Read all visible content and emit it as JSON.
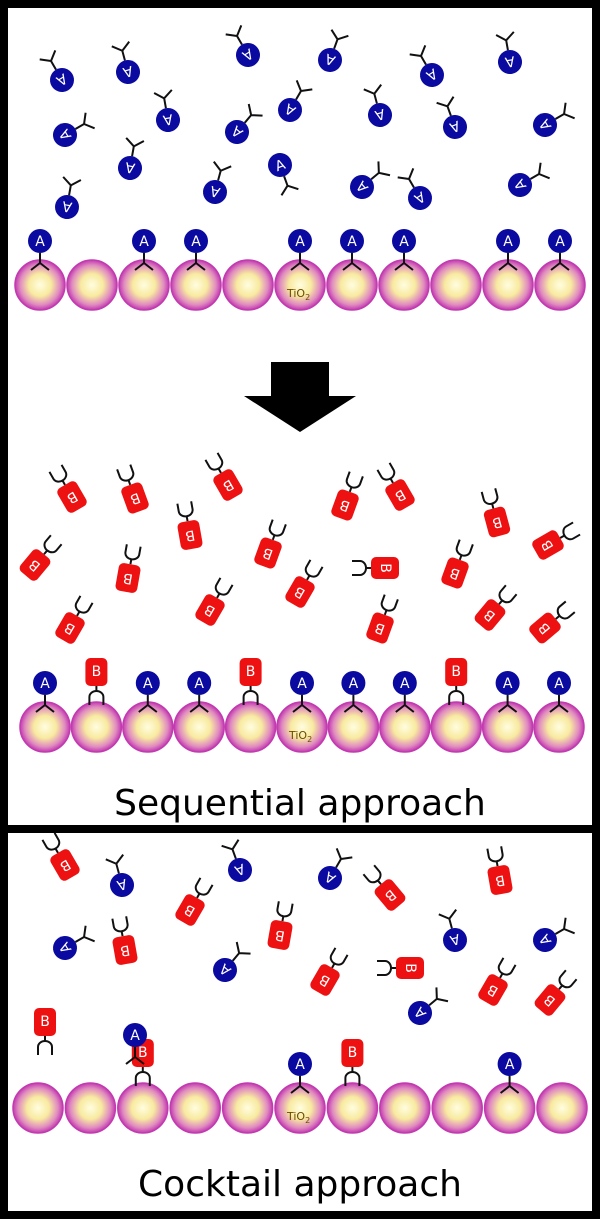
{
  "labels": {
    "antibody_a": "A",
    "antibody_b": "B",
    "particle": "TiO",
    "particle_subscript": "2"
  },
  "captions": {
    "sequential": "Sequential approach",
    "cocktail": "Cocktail approach"
  },
  "surfaces": {
    "initial": [
      "A",
      "-",
      "A",
      "A",
      "-",
      "A",
      "A",
      "A",
      "-",
      "A",
      "A"
    ],
    "sequential": [
      "A",
      "B",
      "A",
      "A",
      "B",
      "A",
      "A",
      "A",
      "B",
      "A",
      "A"
    ],
    "cocktail": [
      "-",
      "-",
      "B",
      "-",
      "-",
      "A",
      "B",
      "-",
      "-",
      "A",
      "-"
    ]
  },
  "colors": {
    "antibody_a": "#0a0aa0",
    "antibody_b": "#ee1111",
    "particle_center": "#fffbc8",
    "particle_edge": "#c23ab0",
    "frame": "#000000"
  }
}
